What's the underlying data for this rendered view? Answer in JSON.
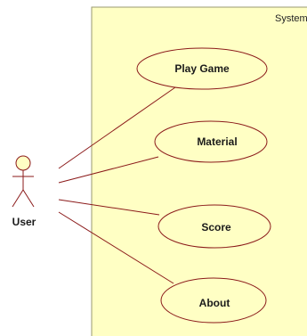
{
  "system": {
    "label": "System"
  },
  "actor": {
    "name": "User"
  },
  "use_cases": [
    {
      "label": "Play Game"
    },
    {
      "label": "Material"
    },
    {
      "label": "Score"
    },
    {
      "label": "About"
    }
  ],
  "colors": {
    "system_fill": "#ffffc4",
    "system_border": "#9a9a70",
    "element_stroke": "#8b1a1a",
    "ellipse_fill": "#ffffc4",
    "actor_head_fill": "#ffffc4"
  }
}
